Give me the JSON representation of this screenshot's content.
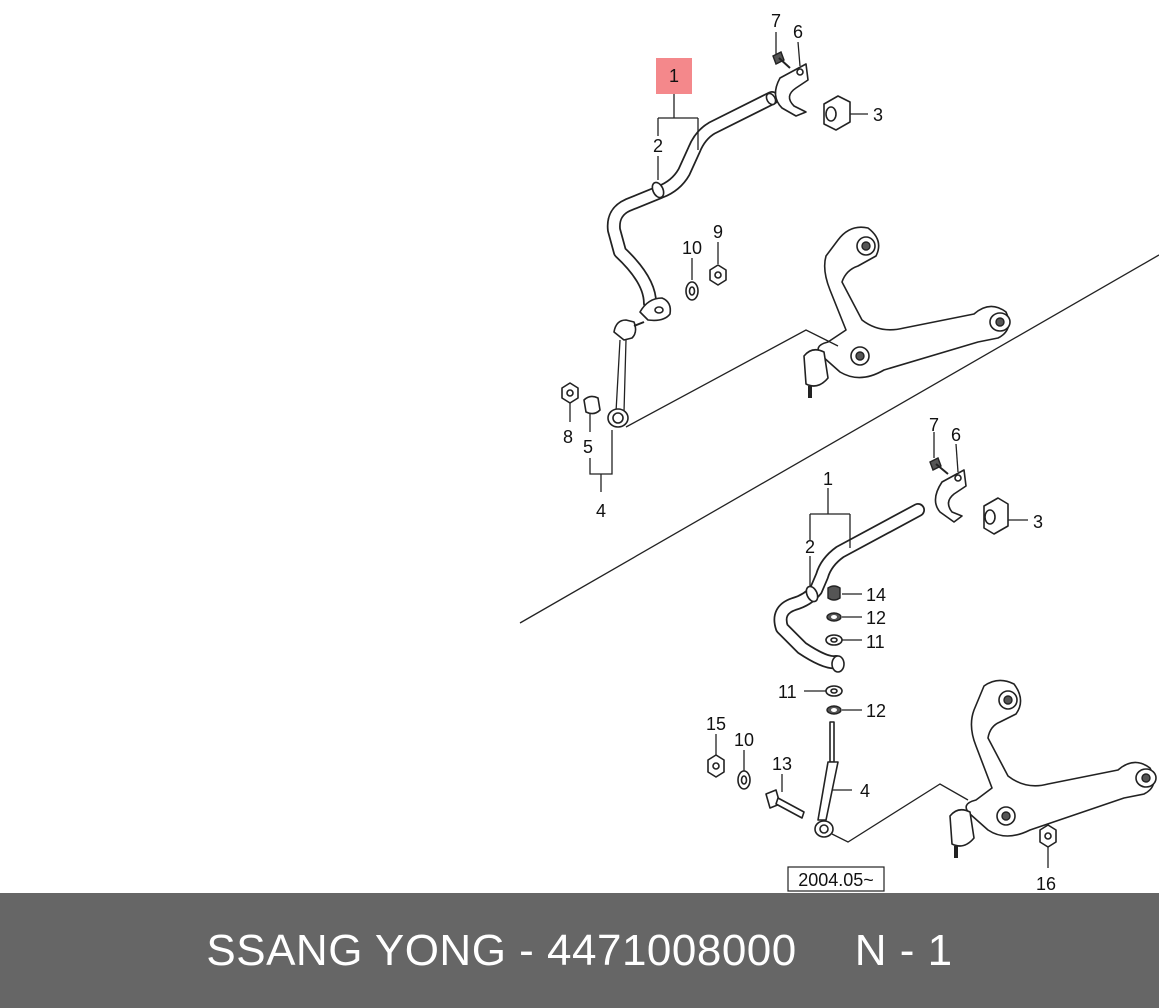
{
  "diagram": {
    "highlight_color": "#f4888b",
    "callouts_top": {
      "c1": "1",
      "c2": "2",
      "c3": "3",
      "c4": "4",
      "c5": "5",
      "c6": "6",
      "c7": "7",
      "c8": "8",
      "c9": "9",
      "c10": "10"
    },
    "callouts_bottom": {
      "c1": "1",
      "c2": "2",
      "c3": "3",
      "c4": "4",
      "c6": "6",
      "c7": "7",
      "c10": "10",
      "c11a": "11",
      "c11b": "11",
      "c12a": "12",
      "c12b": "12",
      "c13": "13",
      "c14": "14",
      "c15": "15",
      "c16": "16"
    },
    "date_label": "2004.05~"
  },
  "footer": {
    "brand_part": "SSANG YONG - 4471008000",
    "position": "N - 1",
    "background": "#666666"
  }
}
